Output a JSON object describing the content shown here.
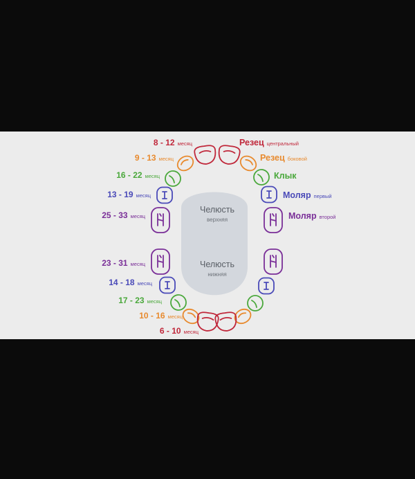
{
  "colors": {
    "background": "#0b0b0b",
    "panel": "#ececec",
    "jaw": "#d3d7dd",
    "incisor_central": "#c0273a",
    "incisor_lateral": "#e88a2e",
    "canine": "#4aa83b",
    "molar_first": "#4a4ab8",
    "molar_second": "#7a2f98"
  },
  "icons": {
    "tooth": "tooth-outline-icon"
  },
  "jaw": {
    "upper_title": "Челюсть",
    "upper_subtitle": "верхняя",
    "lower_title": "Челюсть",
    "lower_subtitle": "нижняя"
  },
  "upper_ages": [
    {
      "range": "8 - 12",
      "unit": "месяц",
      "type": "incisor_central"
    },
    {
      "range": "9 - 13",
      "unit": "месяц",
      "type": "incisor_lateral"
    },
    {
      "range": "16 - 22",
      "unit": "месяц",
      "type": "canine"
    },
    {
      "range": "13 - 19",
      "unit": "месяц",
      "type": "molar_first"
    },
    {
      "range": "25 - 33",
      "unit": "месяц",
      "type": "molar_second"
    }
  ],
  "lower_ages": [
    {
      "range": "23 - 31",
      "unit": "месяц",
      "type": "molar_second"
    },
    {
      "range": "14 - 18",
      "unit": "месяц",
      "type": "molar_first"
    },
    {
      "range": "17 - 23",
      "unit": "месяц",
      "type": "canine"
    },
    {
      "range": "10 - 16",
      "unit": "месяц",
      "type": "incisor_lateral"
    },
    {
      "range": "6 - 10",
      "unit": "месяц",
      "type": "incisor_central"
    }
  ],
  "tooth_names": [
    {
      "name": "Резец",
      "qualifier": "центральный",
      "type": "incisor_central"
    },
    {
      "name": "Резец",
      "qualifier": "боковой",
      "type": "incisor_lateral"
    },
    {
      "name": "Клык",
      "qualifier": "",
      "type": "canine"
    },
    {
      "name": "Моляр",
      "qualifier": "первый",
      "type": "molar_first"
    },
    {
      "name": "Моляр",
      "qualifier": "второй",
      "type": "molar_second"
    }
  ]
}
